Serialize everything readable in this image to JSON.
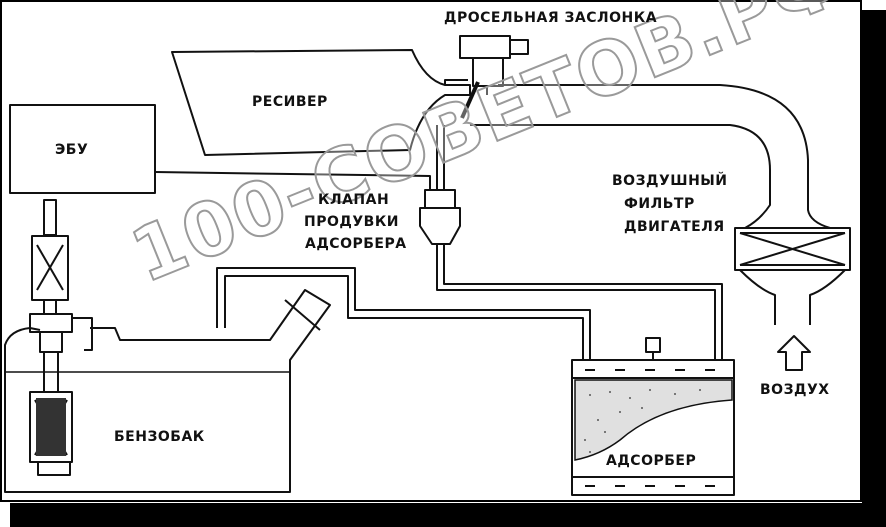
{
  "labels": {
    "throttle": "ДРОСЕЛЬНАЯ ЗАСЛОНКА",
    "receiver": "РЕСИВЕР",
    "ecu": "ЭБУ",
    "purge_valve_1": "КЛАПАН",
    "purge_valve_2": "ПРОДУВКИ",
    "purge_valve_3": "АДСОРБЕРА",
    "air_filter_1": "ВОЗДУШНЫЙ",
    "air_filter_2": "ФИЛЬТР",
    "air_filter_3": "ДВИГАТЕЛЯ",
    "air": "ВОЗДУХ",
    "fuel_tank": "БЕНЗОБАК",
    "adsorber": "АДСОРБЕР"
  },
  "watermark": "100-СОВЕТОВ.РФ",
  "colors": {
    "frame": "#000000",
    "line": "#111111",
    "background": "#ffffff",
    "fuel": "#d8d8d8"
  }
}
